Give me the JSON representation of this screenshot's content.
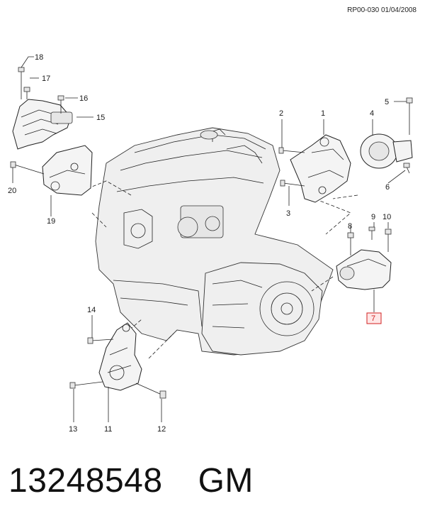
{
  "header": {
    "reference": "RP00-030 01/04/2008"
  },
  "footer": {
    "part_number": "13248548",
    "brand": "GM"
  },
  "callouts": [
    {
      "id": "1",
      "label": "1"
    },
    {
      "id": "2",
      "label": "2"
    },
    {
      "id": "3",
      "label": "3"
    },
    {
      "id": "4",
      "label": "4"
    },
    {
      "id": "5",
      "label": "5"
    },
    {
      "id": "6",
      "label": "6"
    },
    {
      "id": "7",
      "label": "7",
      "highlighted": true
    },
    {
      "id": "8",
      "label": "8"
    },
    {
      "id": "9",
      "label": "9"
    },
    {
      "id": "10",
      "label": "10"
    },
    {
      "id": "11",
      "label": "11"
    },
    {
      "id": "12",
      "label": "12"
    },
    {
      "id": "13",
      "label": "13"
    },
    {
      "id": "14",
      "label": "14"
    },
    {
      "id": "15",
      "label": "15"
    },
    {
      "id": "16",
      "label": "16"
    },
    {
      "id": "17",
      "label": "17"
    },
    {
      "id": "18",
      "label": "18"
    },
    {
      "id": "19",
      "label": "19"
    },
    {
      "id": "20",
      "label": "20"
    }
  ],
  "colors": {
    "highlight": "#d02020",
    "line": "#222222",
    "background": "#ffffff"
  }
}
